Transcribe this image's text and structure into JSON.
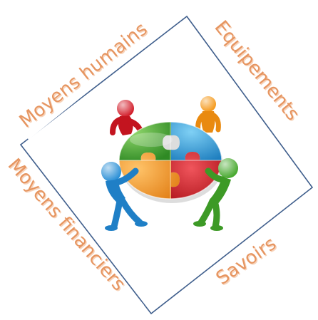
{
  "colors": {
    "frame": "#3f5e8c",
    "label": "#e69560",
    "label_shadow": "#fbe0cb",
    "piece_green": "#4fa83a",
    "piece_blue": "#2d9fd8",
    "piece_orange": "#f2941c",
    "piece_red": "#c8161e",
    "figure_red": "#d21d2a",
    "figure_orange": "#f59a1c",
    "figure_blue": "#2a8fd6",
    "figure_green": "#48a92f"
  },
  "labels": {
    "top_left": "Moyens humains",
    "top_right": "Equipements",
    "bottom_left": "Moyens financiers",
    "bottom_right": "Savoirs"
  },
  "icons": {
    "center": "teamwork-puzzle-icon"
  }
}
